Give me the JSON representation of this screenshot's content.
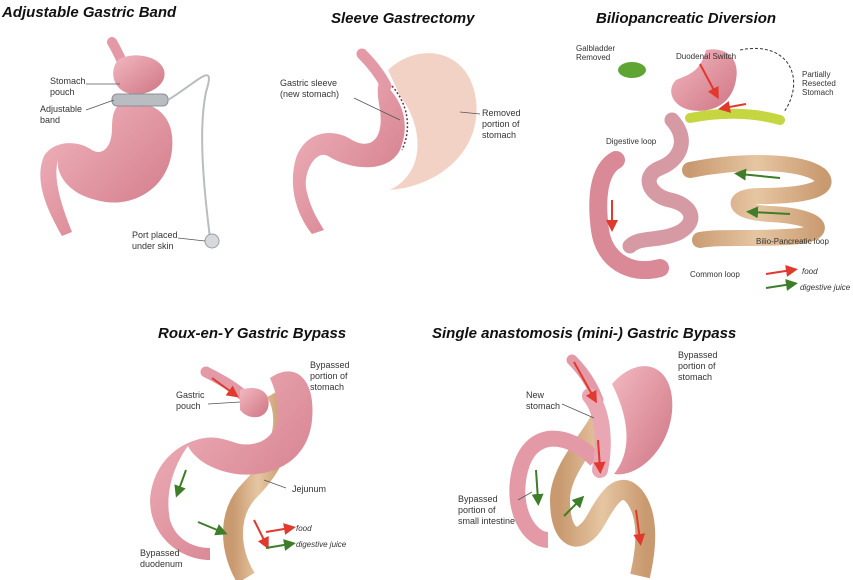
{
  "panels": {
    "band": {
      "title": "Adjustable Gastric Band",
      "labels": {
        "pouch": "Stomach\npouch",
        "band": "Adjustable\nband",
        "port": "Port placed\nunder skin"
      }
    },
    "sleeve": {
      "title": "Sleeve Gastrectomy",
      "labels": {
        "sleeve": "Gastric sleeve\n(new stomach)",
        "removed": "Removed\nportion of\nstomach"
      }
    },
    "bpd": {
      "title": "Biliopancreatic Diversion",
      "labels": {
        "gallbladder": "Galbladder\nRemoved",
        "duodenal": "Duodenal Switch",
        "resected": "Partially\nResected\nStomach",
        "digestive_loop": "Digestive loop",
        "bp_loop": "Bilio-Pancreatic loop",
        "common_loop": "Common loop"
      },
      "legend": {
        "food": "food",
        "juice": "digestive juice"
      }
    },
    "rny": {
      "title": "Roux-en-Y Gastric Bypass",
      "labels": {
        "bypassed_stomach": "Bypassed\nportion of\nstomach",
        "pouch": "Gastric\npouch",
        "jejunum": "Jejunum",
        "duodenum": "Bypassed\nduodenum"
      },
      "legend": {
        "food": "food",
        "juice": "digestive juice"
      }
    },
    "mini": {
      "title": "Single anastomosis (mini-) Gastric Bypass",
      "labels": {
        "bypassed_stomach": "Bypassed\nportion of\nstomach",
        "new_stomach": "New\nstomach",
        "small_intestine": "Bypassed\nportion of\nsmall intestine"
      }
    }
  },
  "colors": {
    "stomach": "#e49aa6",
    "stomach_dark": "#c8707e",
    "intestine": "#d9b48e",
    "food": "#e03a2e",
    "juice": "#3f7d2a",
    "band": "#b9bcc0"
  }
}
